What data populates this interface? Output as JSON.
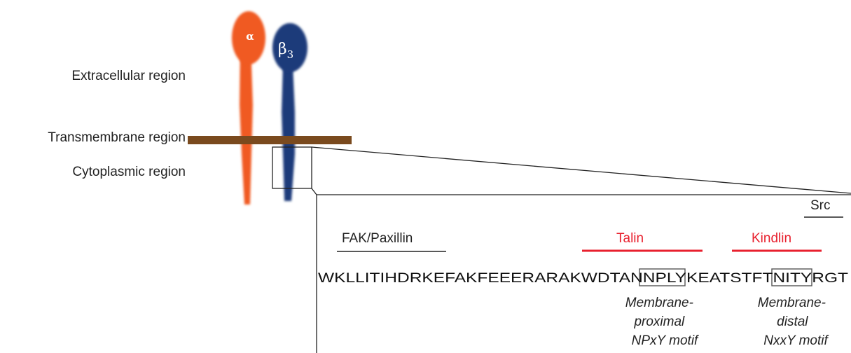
{
  "regions": {
    "extracellular": "Extracellular region",
    "transmembrane": "Transmembrane region",
    "cytoplasmic": "Cytoplasmic region"
  },
  "subunits": {
    "alpha": {
      "label": "α",
      "color": "#f05a22"
    },
    "beta": {
      "label": "β",
      "subscript": "3",
      "color": "#1f3a7a"
    }
  },
  "membrane_color": "#7a4a1e",
  "binding_partners": {
    "fak_paxillin": {
      "label": "FAK/Paxillin",
      "color": "#222222"
    },
    "talin": {
      "label": "Talin",
      "color": "#e8202e"
    },
    "kindlin": {
      "label": "Kindlin",
      "color": "#e8202e"
    },
    "src": {
      "label": "Src",
      "color": "#222222"
    }
  },
  "sequence": {
    "part1": "WKLLITIHDRKEFAKFEEERARAKWDTAN",
    "motif1": "NPLY",
    "part2": "KEATSTFT",
    "motif2": "NITY",
    "part3": "RGT"
  },
  "motifs": {
    "proximal": [
      "Membrane-",
      "proximal",
      "NPxY motif"
    ],
    "distal": [
      "Membrane-",
      "distal",
      "NxxY motif"
    ]
  }
}
